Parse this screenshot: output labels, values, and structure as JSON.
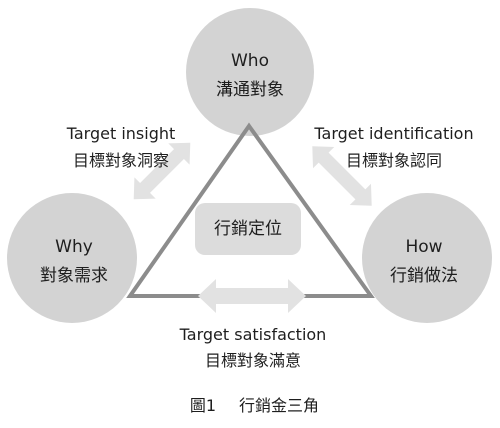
{
  "nodes": {
    "who": {
      "title": "Who",
      "subtitle": "溝通對象"
    },
    "why": {
      "title": "Why",
      "subtitle": "對象需求"
    },
    "how": {
      "title": "How",
      "subtitle": "行銷做法"
    }
  },
  "center": {
    "label": "行銷定位"
  },
  "edges": {
    "insight": {
      "title": "Target insight",
      "subtitle": "目標對象洞察"
    },
    "identification": {
      "title": "Target identification",
      "subtitle": "目標對象認同"
    },
    "satisfaction": {
      "title": "Target satisfaction",
      "subtitle": "目標對象滿意"
    }
  },
  "caption": {
    "figure": "圖1",
    "title": "行銷金三角"
  },
  "colors": {
    "circle_fill": "#d3d3d3",
    "triangle_stroke": "#8c8c8c",
    "arrow_fill": "#e2e2e2",
    "center_box_fill": "#dcdcdc",
    "text": "#1e1e1e"
  }
}
